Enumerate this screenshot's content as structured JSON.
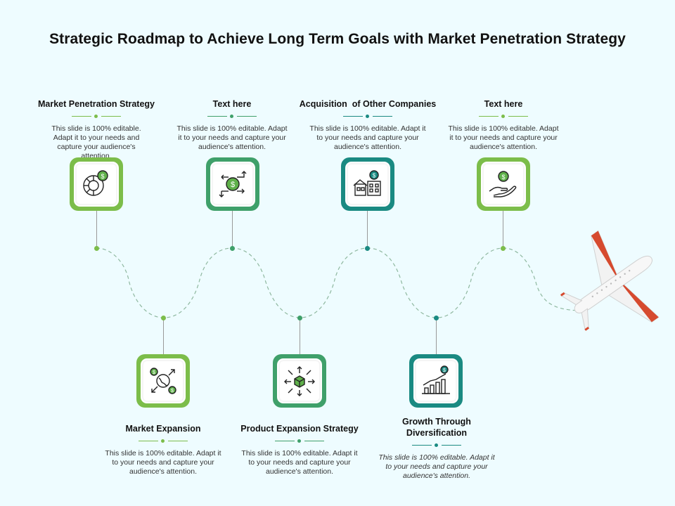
{
  "title": "Strategic Roadmap to Achieve Long Term Goals with Market Penetration Strategy",
  "colors": {
    "light_green": "#7cbd4a",
    "mid_green": "#3fa06a",
    "teal": "#1a8a82",
    "plane_red": "#d64a2e"
  },
  "top_nodes": [
    {
      "heading": "Market Penetration Strategy",
      "body": "This slide is 100% editable. Adapt it to your needs and capture your audience's attention.",
      "icon": "pie-chart-dollar-icon"
    },
    {
      "heading": "Text here",
      "body": "This slide is 100% editable. Adapt it to your needs and capture your audience's attention.",
      "icon": "dollar-arrows-icon"
    },
    {
      "heading": "Acquisition  of Other Companies",
      "body": "This slide is 100% editable. Adapt it to your needs and capture your audience's attention.",
      "icon": "buildings-dollar-icon"
    },
    {
      "heading": "Text here",
      "body": "This slide is 100% editable. Adapt it to your needs and capture your audience's attention.",
      "icon": "hand-dollar-icon"
    }
  ],
  "bottom_nodes": [
    {
      "heading": "Market Expansion",
      "body": "This slide is 100% editable. Adapt it to your needs and capture your audience's attention.",
      "icon": "globe-dollar-icon"
    },
    {
      "heading": "Product Expansion Strategy",
      "body": "This slide is 100% editable. Adapt it to your needs and capture your audience's attention.",
      "icon": "box-arrows-icon"
    },
    {
      "heading": "Growth Through Diversification",
      "body": "This slide is 100% editable. Adapt it to your needs and capture your audience's attention.",
      "icon": "bar-growth-dollar-icon"
    }
  ]
}
